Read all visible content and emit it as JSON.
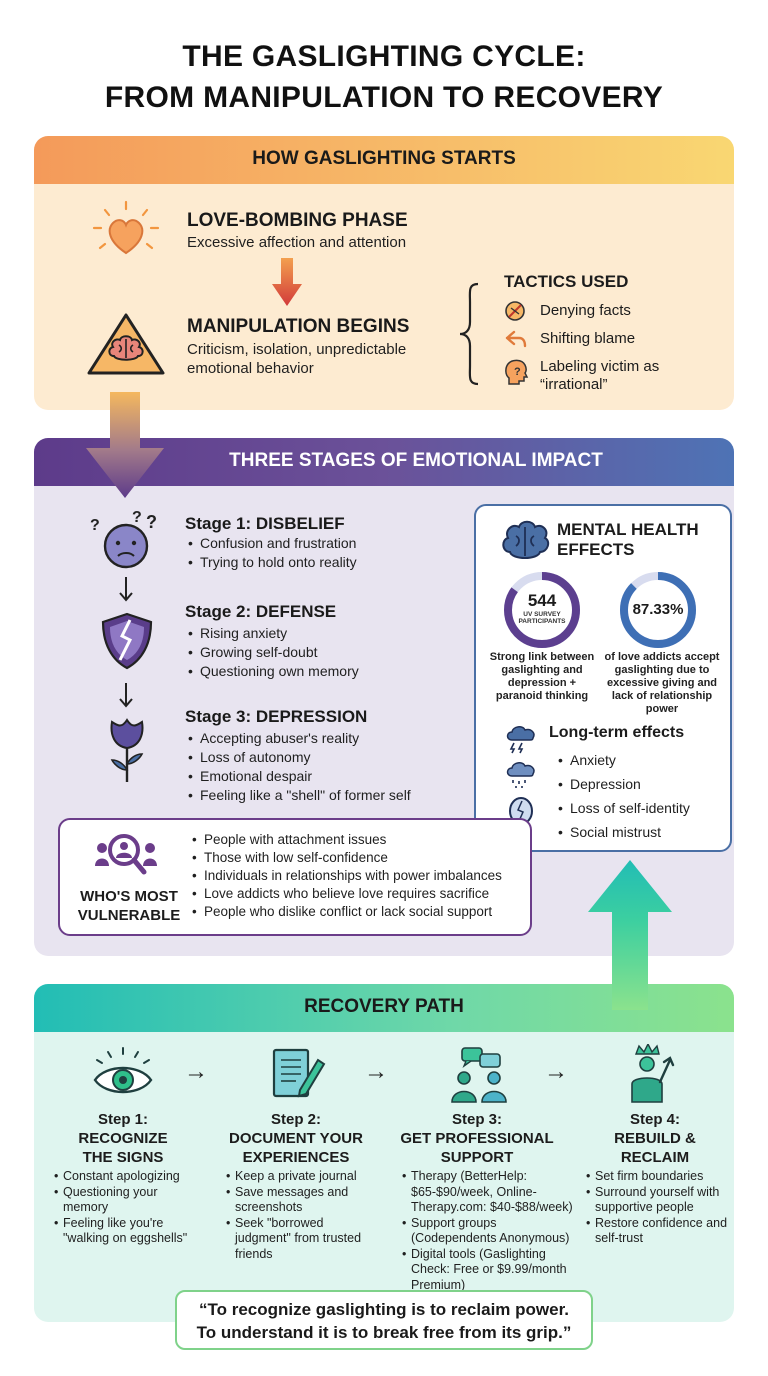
{
  "title": {
    "line1": "THE GASLIGHTING CYCLE:",
    "line2": "FROM MANIPULATION TO RECOVERY"
  },
  "colors": {
    "orange": "#f49a5a",
    "purple": "#5d3b8a",
    "teal": "#22bdb5",
    "blue": "#4a6fa5"
  },
  "starts": {
    "heading": "HOW GASLIGHTING STARTS",
    "phase1": {
      "title": "LOVE-BOMBING PHASE",
      "desc": "Excessive affection and attention",
      "icon": "heart-icon"
    },
    "phase2": {
      "title": "MANIPULATION BEGINS",
      "desc1": "Criticism, isolation, unpredictable",
      "desc2": "emotional behavior",
      "icon": "brain-warning-icon"
    },
    "tactics": {
      "heading": "TACTICS USED",
      "items": [
        {
          "label": "Denying facts",
          "icon": "denied-icon"
        },
        {
          "label": "Shifting blame",
          "icon": "return-arrow-icon"
        },
        {
          "label1": "Labeling victim as",
          "label2": "“irrational”",
          "icon": "head-question-icon"
        }
      ]
    }
  },
  "impact": {
    "heading": "THREE STAGES OF EMOTIONAL IMPACT",
    "stages": [
      {
        "title": "Stage 1: DISBELIEF",
        "items": [
          "Confusion and frustration",
          "Trying to hold onto reality"
        ]
      },
      {
        "title": "Stage 2: DEFENSE",
        "items": [
          "Rising anxiety",
          "Growing self-doubt",
          "Questioning own memory"
        ]
      },
      {
        "title": "Stage 3: DEPRESSION",
        "items": [
          "Accepting abuser's reality",
          "Loss of autonomy",
          "Emotional despair",
          "Feeling like a \"shell\" of former self"
        ]
      }
    ],
    "mental": {
      "heading1": "MENTAL HEALTH",
      "heading2": "EFFECTS",
      "stat1": {
        "value": "544",
        "label": "UV SURVEY PARTICIPANTS",
        "fraction": 0.85,
        "caption": [
          "Strong link between",
          "gaslighting and",
          "depression +",
          "paranoid thinking"
        ]
      },
      "stat2": {
        "value": "87.33%",
        "fraction": 0.8733,
        "caption": [
          "of love addicts accept",
          "gaslighting due to",
          "excessive giving and",
          "lack of relationship",
          "power"
        ]
      },
      "longterm_heading": "Long-term effects",
      "longterm": [
        "Anxiety",
        "Depression",
        "Loss of self-identity",
        "Social mistrust"
      ]
    },
    "vulnerable": {
      "heading1": "WHO'S MOST",
      "heading2": "VULNERABLE",
      "items": [
        "People with attachment issues",
        "Those with low self-confidence",
        "Individuals in relationships with power imbalances",
        "Love addicts who believe love requires sacrifice",
        "People who dislike conflict or lack social support"
      ]
    }
  },
  "recovery": {
    "heading": "RECOVERY PATH",
    "arrow": "→",
    "steps": [
      {
        "t1": "Step 1:",
        "t2": "RECOGNIZE",
        "t3": "THE SIGNS",
        "icon": "eye-icon",
        "items": [
          "Constant apologizing",
          "Questioning your memory",
          "Feeling like you're \"walking on eggshells\""
        ]
      },
      {
        "t1": "Step 2:",
        "t2": "DOCUMENT YOUR",
        "t3": "EXPERIENCES",
        "icon": "journal-icon",
        "items": [
          "Keep a private journal",
          "Save messages and screenshots",
          "Seek \"borrowed judgment\" from trusted friends"
        ]
      },
      {
        "t1": "Step 3:",
        "t2": "GET PROFESSIONAL",
        "t3": "SUPPORT",
        "icon": "people-chat-icon",
        "items": [
          "Therapy (BetterHelp: $65-$90/week, Online-Therapy.com: $40-$88/week)",
          "Support groups (Codependents Anonymous)",
          "Digital tools (Gaslighting Check: Free or $9.99/month Premium)"
        ]
      },
      {
        "t1": "Step 4:",
        "t2": "REBUILD &",
        "t3": "RECLAIM",
        "icon": "crowned-person-icon",
        "items": [
          "Set firm boundaries",
          "Surround yourself with supportive people",
          "Restore confidence and self-trust"
        ]
      }
    ],
    "quote1": "“To recognize gaslighting is to reclaim power.",
    "quote2": "To understand it is to break free from its grip.”"
  }
}
